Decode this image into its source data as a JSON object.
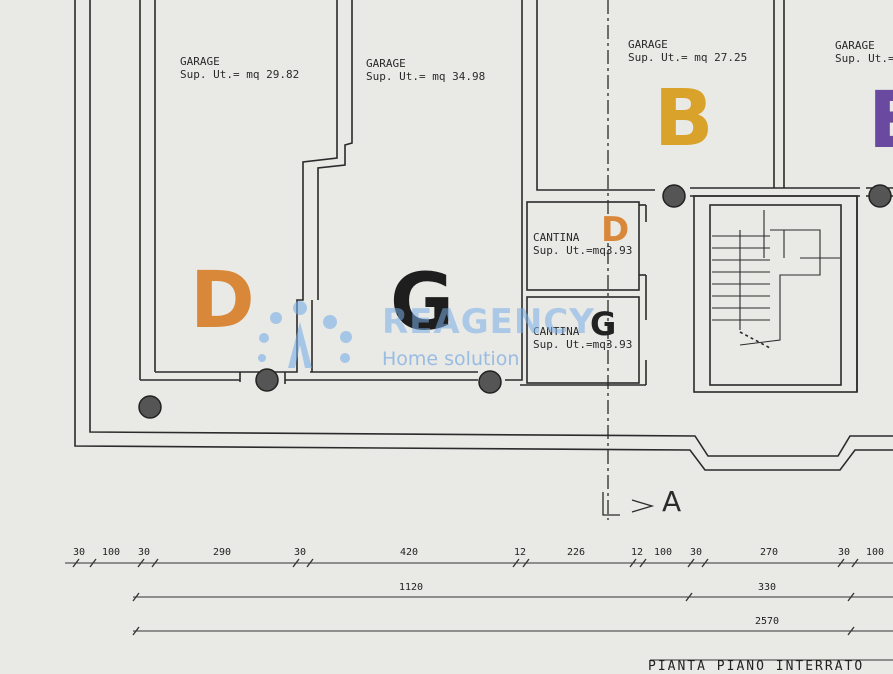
{
  "rooms": [
    {
      "type": "GARAGE",
      "area": "Sup. Ut.= mq 29.82"
    },
    {
      "type": "GARAGE",
      "area": "Sup. Ut.= mq 34.98"
    },
    {
      "type": "GARAGE",
      "area": "Sup. Ut.= mq 27.25"
    },
    {
      "type": "GARAGE",
      "area": "Sup. Ut.= mq"
    },
    {
      "type": "CANTINA",
      "area": "Sup. Ut.=mq3.93"
    },
    {
      "type": "CANTINA",
      "area": "Sup. Ut.=mq3.93"
    }
  ],
  "unit_letters": {
    "D": "D",
    "G": "G",
    "B": "B",
    "E": "E",
    "cantina_D": "D",
    "cantina_G": "G"
  },
  "colors": {
    "D": "#d9883a",
    "G": "#1e1e1e",
    "B": "#d9a22a",
    "E": "#6a4aa0",
    "cantina_D": "#d9883a",
    "cantina_G": "#222222",
    "watermark": "#7fb3e6"
  },
  "watermark": {
    "title": "REAGENCY",
    "subtitle": "Home solution",
    "icon": "people-dots-logo"
  },
  "section_marker": "A",
  "dimensions": {
    "row1": [
      "30",
      "100",
      "30",
      "290",
      "30",
      "420",
      "12",
      "226",
      "12",
      "100",
      "30",
      "270",
      "30",
      "100"
    ],
    "row2": [
      "1120",
      "330"
    ],
    "row3": [
      "2570"
    ]
  },
  "footer_text": "PIANTA PIANO INTERRATO"
}
